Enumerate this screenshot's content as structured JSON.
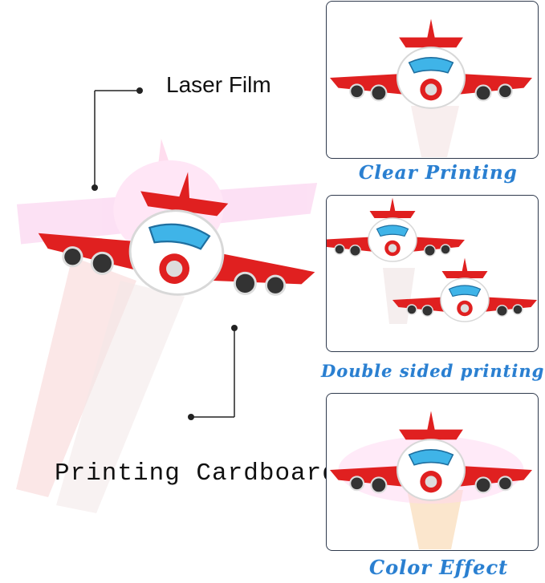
{
  "labels": {
    "laser_film": "Laser Film",
    "printing_cardboard": "Printing Cardboard"
  },
  "panels": [
    {
      "caption": "Clear Printing"
    },
    {
      "caption": "Double sided printing"
    },
    {
      "caption": "Color Effect"
    }
  ],
  "colors": {
    "plane_red": "#e02020",
    "window_blue": "#3fb4e8",
    "caption_blue": "#2a7fd0",
    "panel_border": "#2f3a4d"
  }
}
